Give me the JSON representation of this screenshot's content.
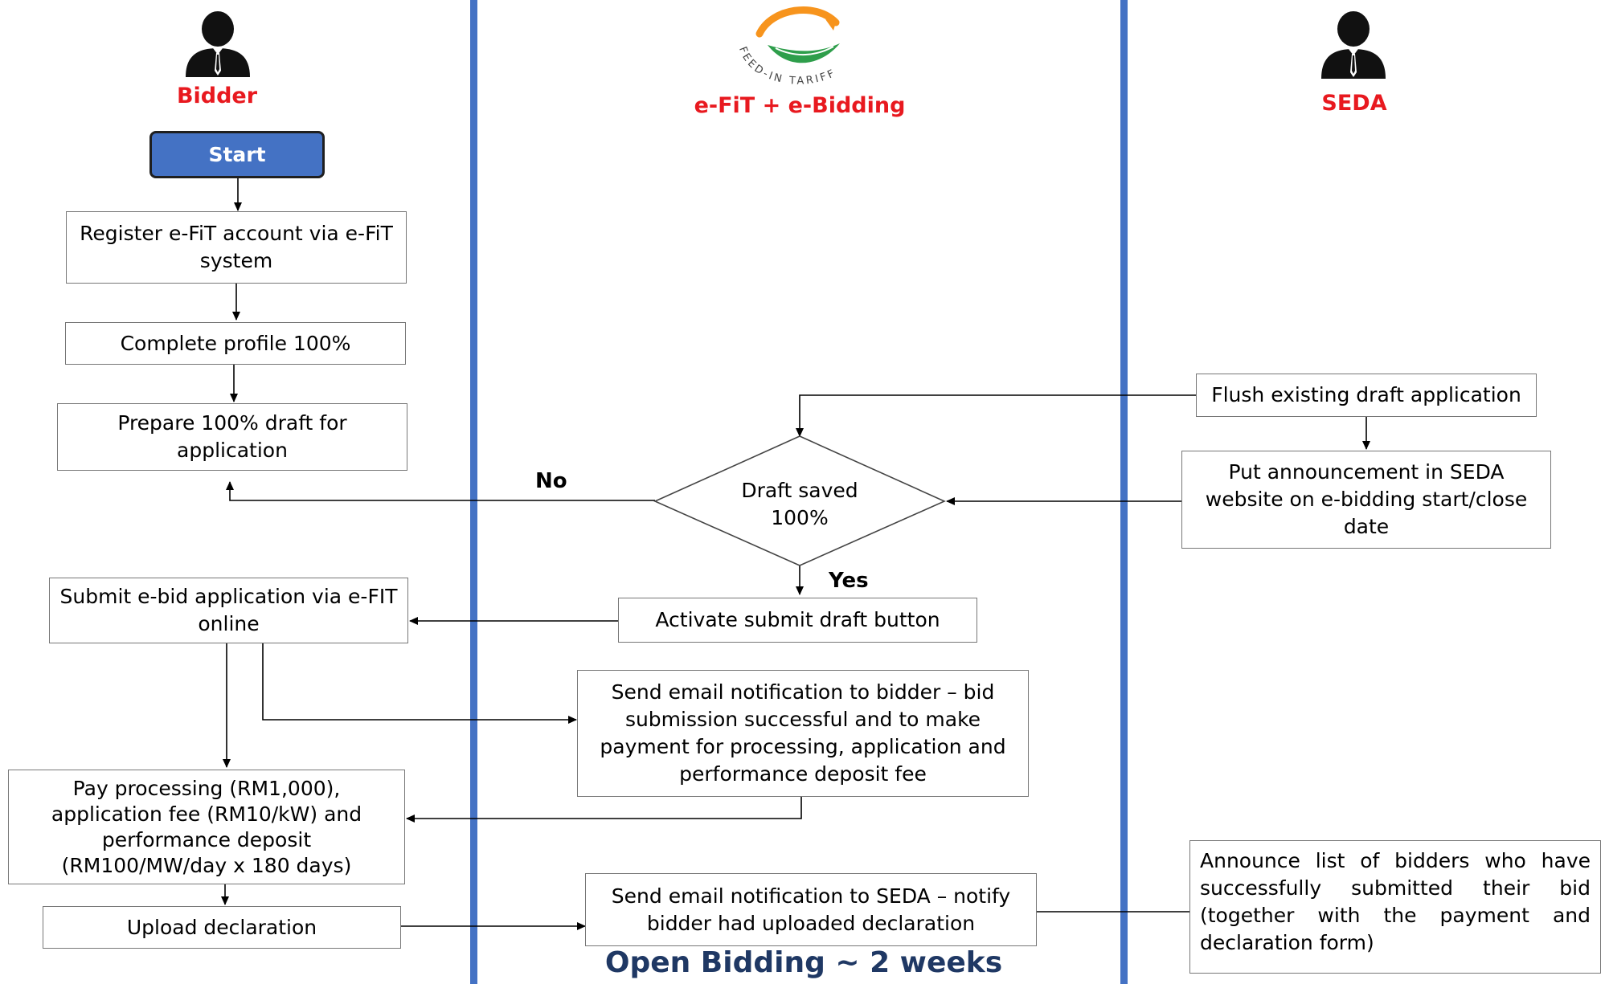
{
  "lanes": {
    "bidder": "Bidder",
    "middle": "e-FiT + e-Bidding",
    "seda": "SEDA"
  },
  "logo": {
    "arc_text": "FEED-IN TARIFF",
    "colors": {
      "orange": "#f7941d",
      "green": "#2e9e4b"
    }
  },
  "colors": {
    "lane_divider": "#4472c4",
    "start_fill": "#4472c4",
    "lane_title": "#e8191f",
    "footer": "#1f3864"
  },
  "nodes": {
    "start": "Start",
    "register": "Register e-FiT account via e-FiT system",
    "profile": "Complete profile 100%",
    "prepare": "Prepare 100% draft for application",
    "decision": "Draft saved 100%",
    "flush": "Flush existing draft application",
    "announce": "Put announcement in SEDA website on e-bidding start/close date",
    "activate": "Activate submit draft button",
    "submit": "Submit e-bid application via e-FIT online",
    "email_bidder": "Send email notification to bidder – bid submission successful and to make payment for processing, application and performance deposit fee",
    "pay": "Pay processing (RM1,000), application fee (RM10/kW) and performance deposit (RM100/MW/day x 180 days)",
    "upload": "Upload declaration",
    "email_seda": "Send email notification to SEDA – notify bidder had uploaded declaration",
    "announce_list": "Announce list of bidders who have successfully submitted their bid (together with the payment and declaration form)"
  },
  "edge_labels": {
    "no": "No",
    "yes": "Yes"
  },
  "footer": "Open Bidding ~ 2 weeks"
}
